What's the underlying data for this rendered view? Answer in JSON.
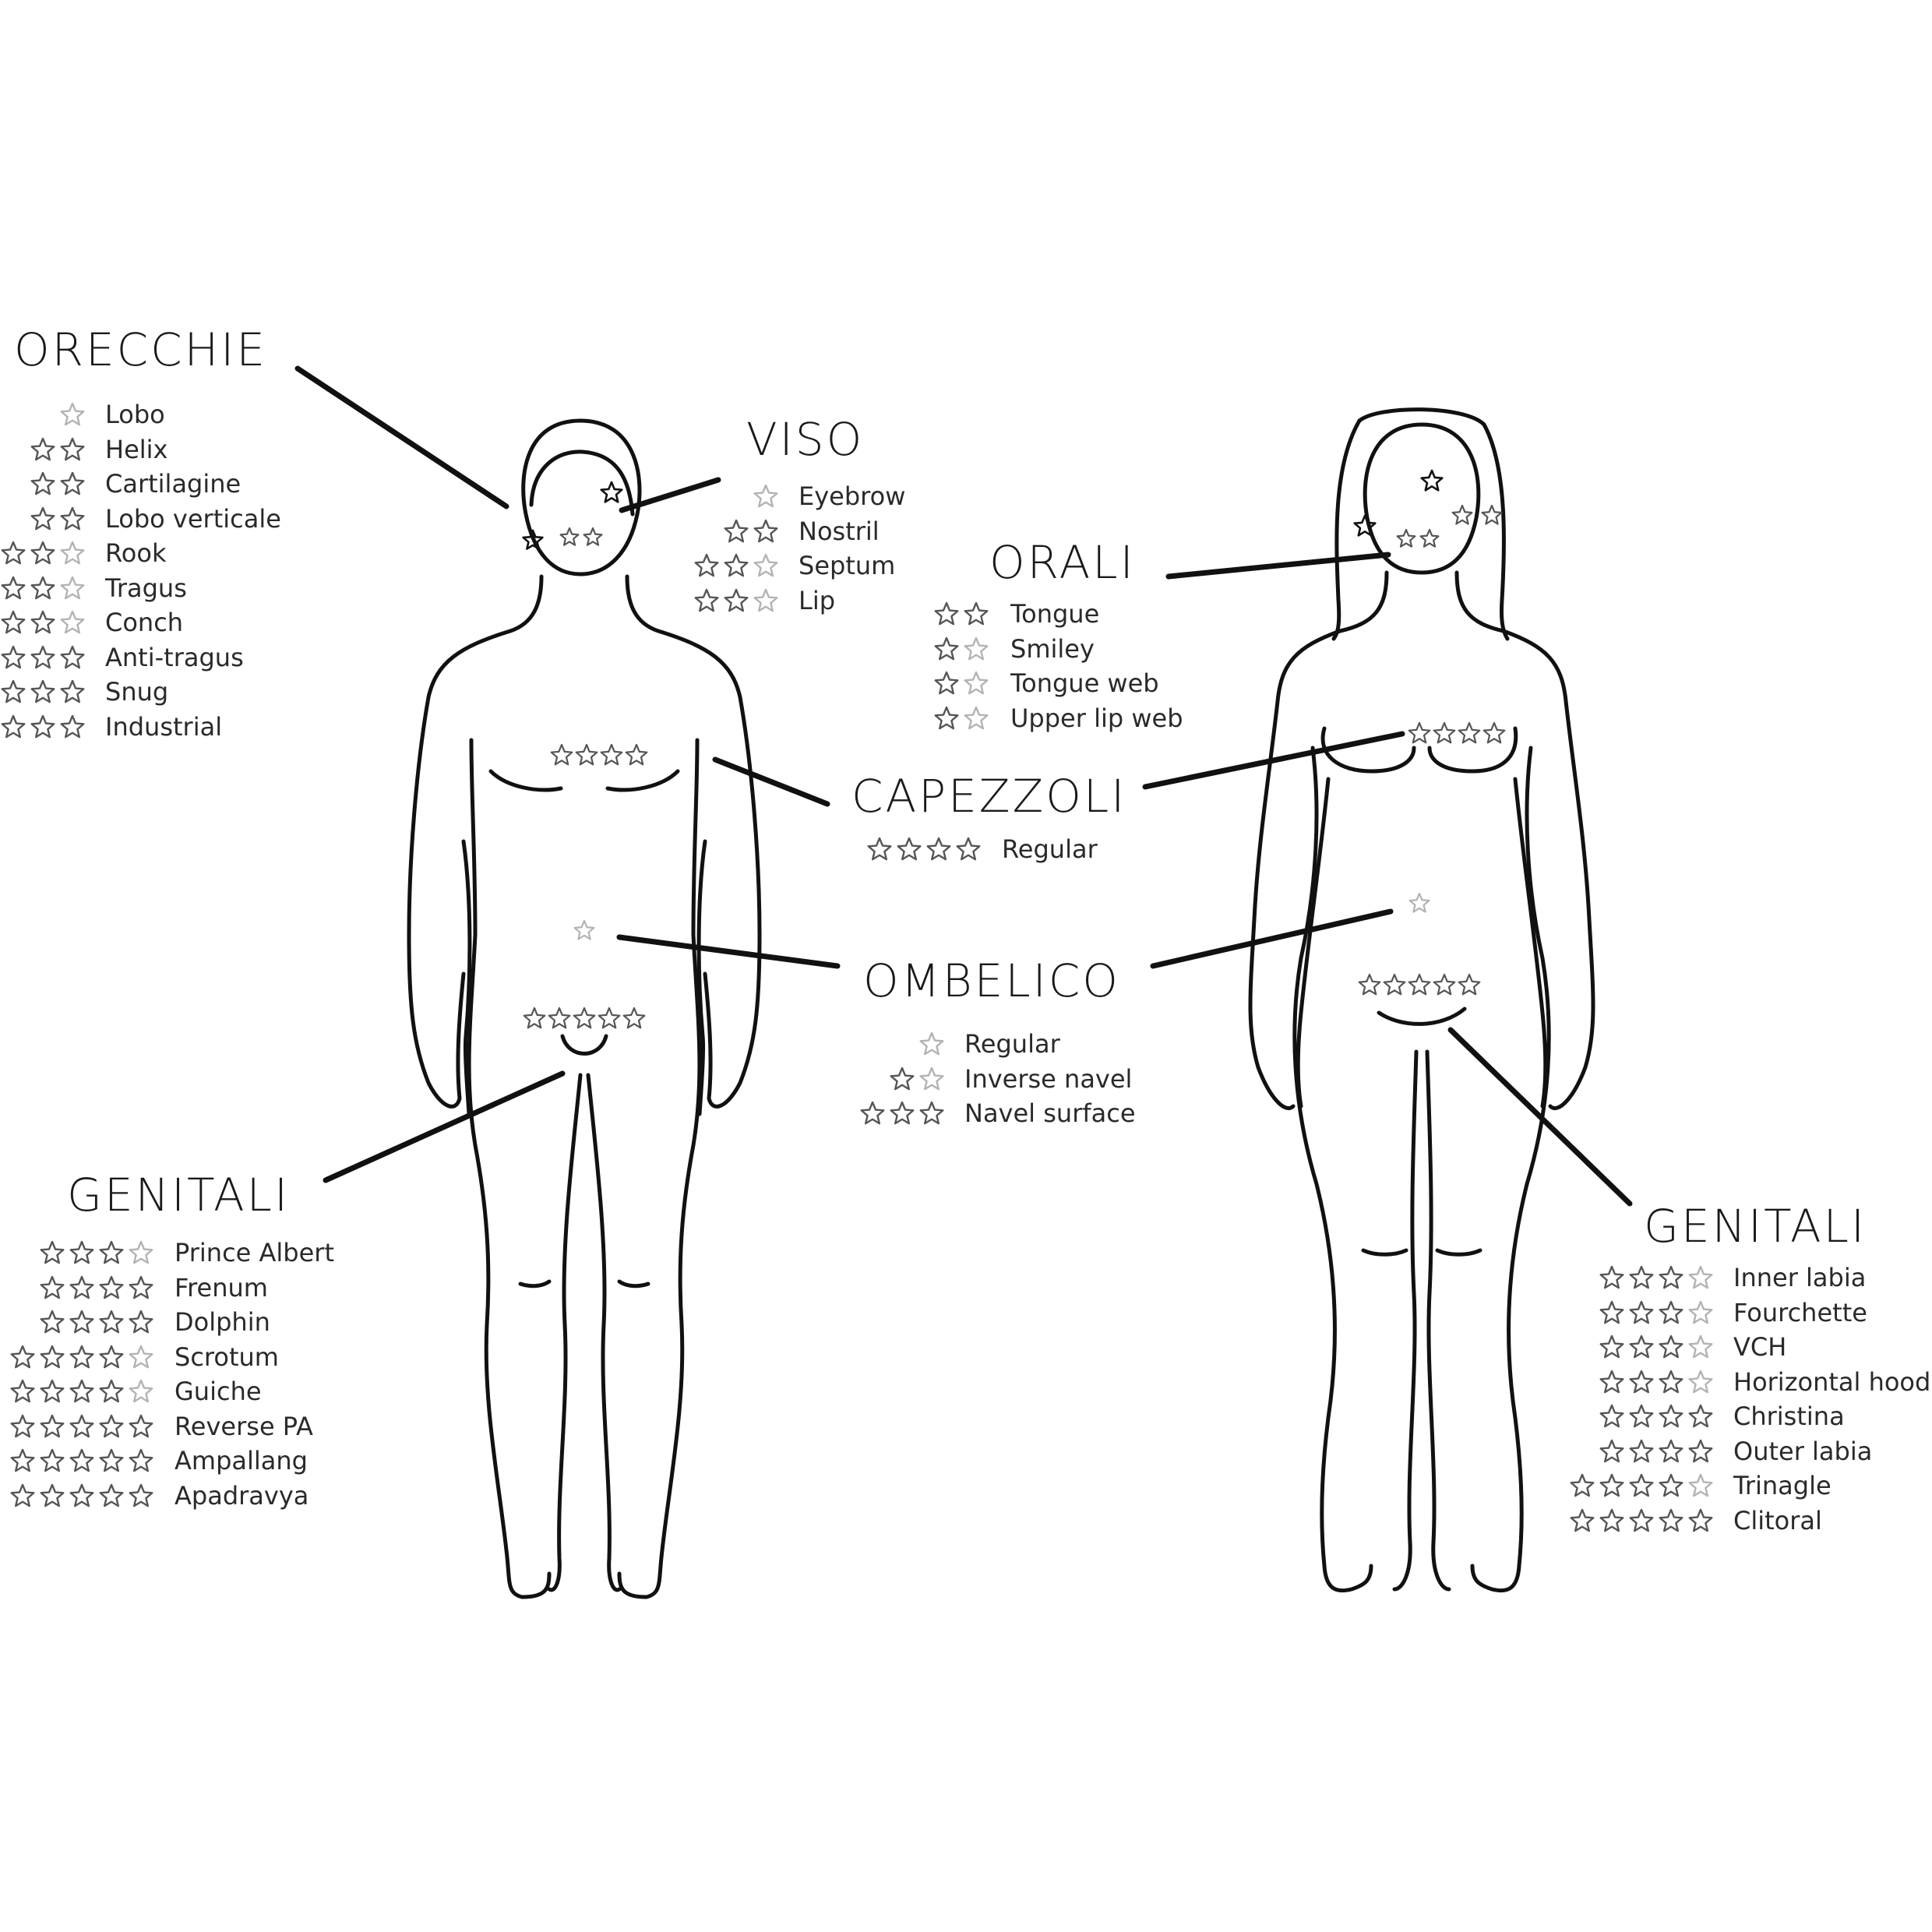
{
  "colors": {
    "line": "#111111",
    "star_strong": "#555555",
    "star_light": "#b3b3b3"
  },
  "sections": {
    "orecchie": {
      "title": "ORECCHIE",
      "items": [
        {
          "label": "Lobo",
          "stars": 1,
          "light": 1
        },
        {
          "label": "Helix",
          "stars": 2,
          "light": 0
        },
        {
          "label": "Cartilagine",
          "stars": 2,
          "light": 0
        },
        {
          "label": "Lobo verticale",
          "stars": 2,
          "light": 0
        },
        {
          "label": "Rook",
          "stars": 3,
          "light": 1
        },
        {
          "label": "Tragus",
          "stars": 3,
          "light": 1
        },
        {
          "label": "Conch",
          "stars": 3,
          "light": 1
        },
        {
          "label": "Anti-tragus",
          "stars": 3,
          "light": 0
        },
        {
          "label": "Snug",
          "stars": 3,
          "light": 0
        },
        {
          "label": "Industrial",
          "stars": 3,
          "light": 0
        }
      ]
    },
    "viso": {
      "title": "VISO",
      "items": [
        {
          "label": "Eyebrow",
          "stars": 1,
          "light": 1
        },
        {
          "label": "Nostril",
          "stars": 2,
          "light": 0
        },
        {
          "label": "Septum",
          "stars": 3,
          "light": 1
        },
        {
          "label": "Lip",
          "stars": 3,
          "light": 1
        }
      ]
    },
    "orali": {
      "title": "ORALI",
      "items": [
        {
          "label": "Tongue",
          "stars": 2,
          "light": 0
        },
        {
          "label": "Smiley",
          "stars": 2,
          "light": 1
        },
        {
          "label": "Tongue web",
          "stars": 2,
          "light": 1
        },
        {
          "label": "Upper lip web",
          "stars": 2,
          "light": 1
        }
      ]
    },
    "capezzoli": {
      "title": "CAPEZZOLI",
      "items": [
        {
          "label": "Regular",
          "stars": 4,
          "light": 0
        }
      ]
    },
    "ombelico": {
      "title": "OMBELICO",
      "items": [
        {
          "label": "Regular",
          "stars": 1,
          "light": 1
        },
        {
          "label": "Inverse navel",
          "stars": 2,
          "light": 1
        },
        {
          "label": "Navel surface",
          "stars": 3,
          "light": 0
        }
      ]
    },
    "genitali_m": {
      "title": "GENITALI",
      "items": [
        {
          "label": "Prince Albert",
          "stars": 4,
          "light": 1
        },
        {
          "label": "Frenum",
          "stars": 4,
          "light": 0
        },
        {
          "label": "Dolphin",
          "stars": 4,
          "light": 0
        },
        {
          "label": "Scrotum",
          "stars": 5,
          "light": 1
        },
        {
          "label": "Guiche",
          "stars": 5,
          "light": 1
        },
        {
          "label": "Reverse PA",
          "stars": 5,
          "light": 0
        },
        {
          "label": "Ampallang",
          "stars": 5,
          "light": 0
        },
        {
          "label": "Apadravya",
          "stars": 5,
          "light": 0
        }
      ]
    },
    "genitali_f": {
      "title": "GENITALI",
      "items": [
        {
          "label": "Inner labia",
          "stars": 4,
          "light": 1
        },
        {
          "label": "Fourchette",
          "stars": 4,
          "light": 1
        },
        {
          "label": "VCH",
          "stars": 4,
          "light": 1
        },
        {
          "label": "Horizontal hood",
          "stars": 4,
          "light": 1
        },
        {
          "label": "Christina",
          "stars": 4,
          "light": 0
        },
        {
          "label": "Outer labia",
          "stars": 4,
          "light": 0
        },
        {
          "label": "Trinagle",
          "stars": 5,
          "light": 1
        },
        {
          "label": "Clitoral",
          "stars": 5,
          "light": 0
        }
      ]
    }
  },
  "body_markers": [
    {
      "name": "male-ear-marker",
      "count": 1,
      "light": 0
    },
    {
      "name": "male-eyebrow-marker",
      "count": 1,
      "light": 0
    },
    {
      "name": "male-nose-marker",
      "count": 2,
      "light": 0
    },
    {
      "name": "male-nipple-marker",
      "count": 4,
      "light": 0
    },
    {
      "name": "male-navel-marker",
      "count": 1,
      "light": 1
    },
    {
      "name": "male-genital-marker",
      "count": 5,
      "light": 0
    },
    {
      "name": "female-eyebrow-marker",
      "count": 1,
      "light": 0
    },
    {
      "name": "female-ear-marker",
      "count": 1,
      "light": 0
    },
    {
      "name": "female-nose-marker",
      "count": 2,
      "light": 0
    },
    {
      "name": "female-lip-marker",
      "count": 2,
      "light": 0
    },
    {
      "name": "female-nipple-marker",
      "count": 4,
      "light": 0
    },
    {
      "name": "female-navel-marker",
      "count": 1,
      "light": 1
    },
    {
      "name": "female-genital-marker",
      "count": 5,
      "light": 0
    }
  ]
}
